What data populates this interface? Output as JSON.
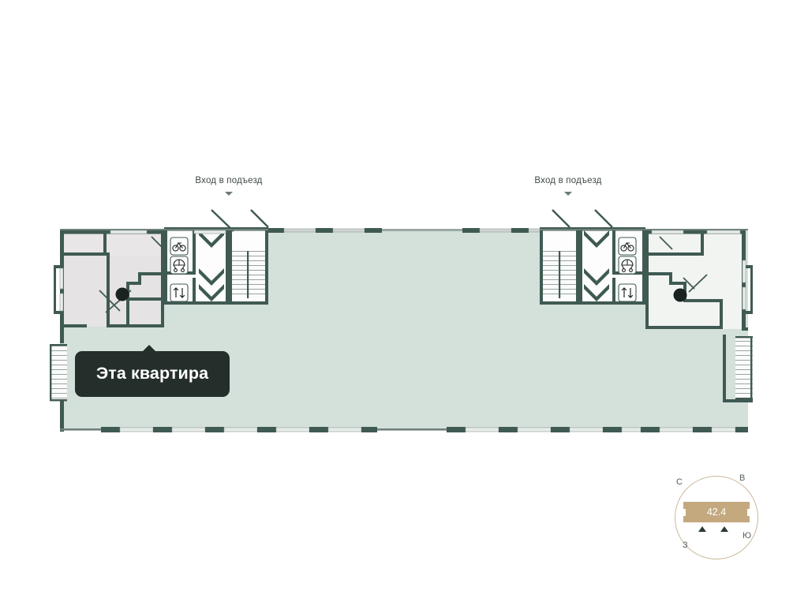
{
  "plan": {
    "type": "building-floor-plan",
    "entrances": [
      {
        "label": "Вход в подъезд",
        "marker": "caret-down-icon"
      },
      {
        "label": "Вход в подъезд",
        "marker": "caret-down-icon"
      }
    ],
    "tooltip": {
      "label": "Эта квартира"
    },
    "amenity_icons": [
      {
        "name": "bicycle-icon",
        "glyph": "bike"
      },
      {
        "name": "stroller-icon",
        "glyph": "stroller"
      },
      {
        "name": "elevator-icon",
        "glyph": "↑↓"
      }
    ],
    "colors": {
      "wall": "#3f5a52",
      "common_area_fill": "#d4e0da",
      "apartment_fill": "#e5e3e4",
      "stair_fill": "#fbfbfb",
      "tooltip_bg": "#242e2b",
      "tooltip_text": "#ffffff",
      "compass_plate": "#c4a87e",
      "compass_ring": "#cbb89b",
      "label_text": "#3d4a45",
      "background": "#ffffff"
    }
  },
  "compass": {
    "name": "compass-rose",
    "value": "42.4",
    "directions": {
      "north": "С",
      "east": "В",
      "south": "Ю",
      "west": "З"
    }
  }
}
